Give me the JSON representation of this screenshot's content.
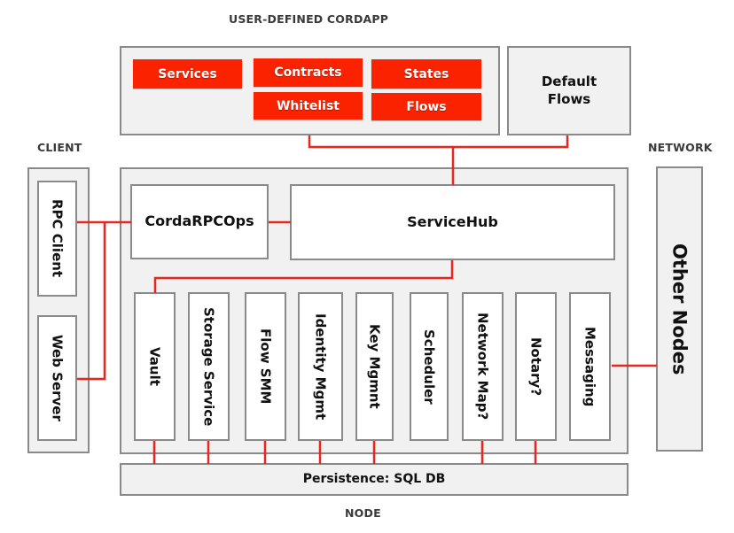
{
  "labels": {
    "cordapp": "USER-DEFINED CORDAPP",
    "client": "CLIENT",
    "network": "NETWORK",
    "node": "NODE"
  },
  "cordapp": {
    "components": [
      {
        "id": "services",
        "label": "Services"
      },
      {
        "id": "contracts",
        "label": "Contracts"
      },
      {
        "id": "states",
        "label": "States"
      },
      {
        "id": "whitelist",
        "label": "Whitelist"
      },
      {
        "id": "flows",
        "label": "Flows"
      }
    ],
    "default_flows": "Default\nFlows"
  },
  "client": {
    "rpc_client": "RPC Client",
    "web_server": "Web Server"
  },
  "node": {
    "corda_rpc_ops": "CordaRPCOps",
    "service_hub": "ServiceHub",
    "services": [
      {
        "id": "vault",
        "label": "Vault",
        "persisted": true
      },
      {
        "id": "storage-service",
        "label": "Storage Service",
        "persisted": true
      },
      {
        "id": "flow-smm",
        "label": "Flow SMM",
        "persisted": true
      },
      {
        "id": "identity-mgmt",
        "label": "Identity Mgmt",
        "persisted": true
      },
      {
        "id": "key-mgmnt",
        "label": "Key Mgmnt",
        "persisted": true
      },
      {
        "id": "scheduler",
        "label": "Scheduler",
        "persisted": false
      },
      {
        "id": "network-map",
        "label": "Network Map?",
        "persisted": true
      },
      {
        "id": "notary",
        "label": "Notary?",
        "persisted": true
      },
      {
        "id": "messaging",
        "label": "Messaging",
        "persisted": false
      }
    ],
    "persistence": "Persistence: SQL DB"
  },
  "network": {
    "other_nodes": "Other Nodes"
  },
  "colors": {
    "accent_red": "#fb2200",
    "wire_red": "#e8251f",
    "border_grey": "#8a8a8a",
    "container_fill": "#f1f1f1"
  }
}
